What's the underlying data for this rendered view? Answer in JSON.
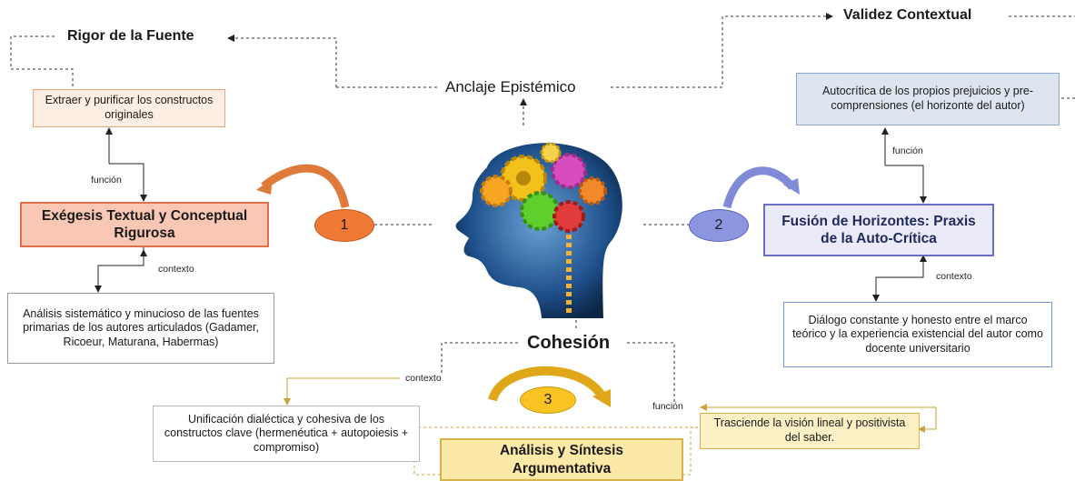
{
  "headings": {
    "rigor": "Rigor de la Fuente",
    "validez": "Validez Contextual",
    "anclaje": "Anclaje Epistémico",
    "cohesion": "Cohesión"
  },
  "left": {
    "top_box": "Extraer y purificar los constructos originales",
    "funcion": "función",
    "main_box": "Exégesis Textual y Conceptual Rigurosa",
    "contexto": "contexto",
    "bottom_box": "Análisis sistemático y minucioso de las fuentes primarias de los autores articulados (Gadamer, Ricoeur, Maturana, Habermas)",
    "badge": "1"
  },
  "right": {
    "top_box": "Autocrítica de los propios prejuicios y pre-comprensiones (el horizonte del autor)",
    "funcion": "función",
    "main_box": "Fusión de Horizontes: Praxis de la Auto-Crítica",
    "contexto": "contexto",
    "bottom_box": "Diálogo constante y honesto entre el marco teórico y la experiencia existencial del autor como docente universitario",
    "badge": "2"
  },
  "bottom": {
    "contexto": "contexto",
    "funcion": "función",
    "left_box": "Unificación dialéctica y cohesiva de los constructos clave (hermenéutica + autopoiesis + compromiso)",
    "right_box": "Trasciende la visión lineal y positivista del saber.",
    "main_box": "Análisis y Síntesis Argumentativa",
    "badge": "3"
  },
  "colors": {
    "left_light": "#fdeee3",
    "left_border": "#e8a77c",
    "left_main": "#f9c7b4",
    "right_light": "#dde6f0",
    "right_border": "#8ea9c8",
    "right_main": "#ebeaf8",
    "right_main_border": "#6b6fc4",
    "bottom_light": "#ffffff",
    "bottom_border": "#d9b24a",
    "bottom_main": "#fde9a7",
    "badge1": "#ee7a35",
    "badge2": "#8b95e0",
    "badge3": "#f9c423"
  },
  "icons": {
    "center": "brain-gears-head-icon"
  }
}
